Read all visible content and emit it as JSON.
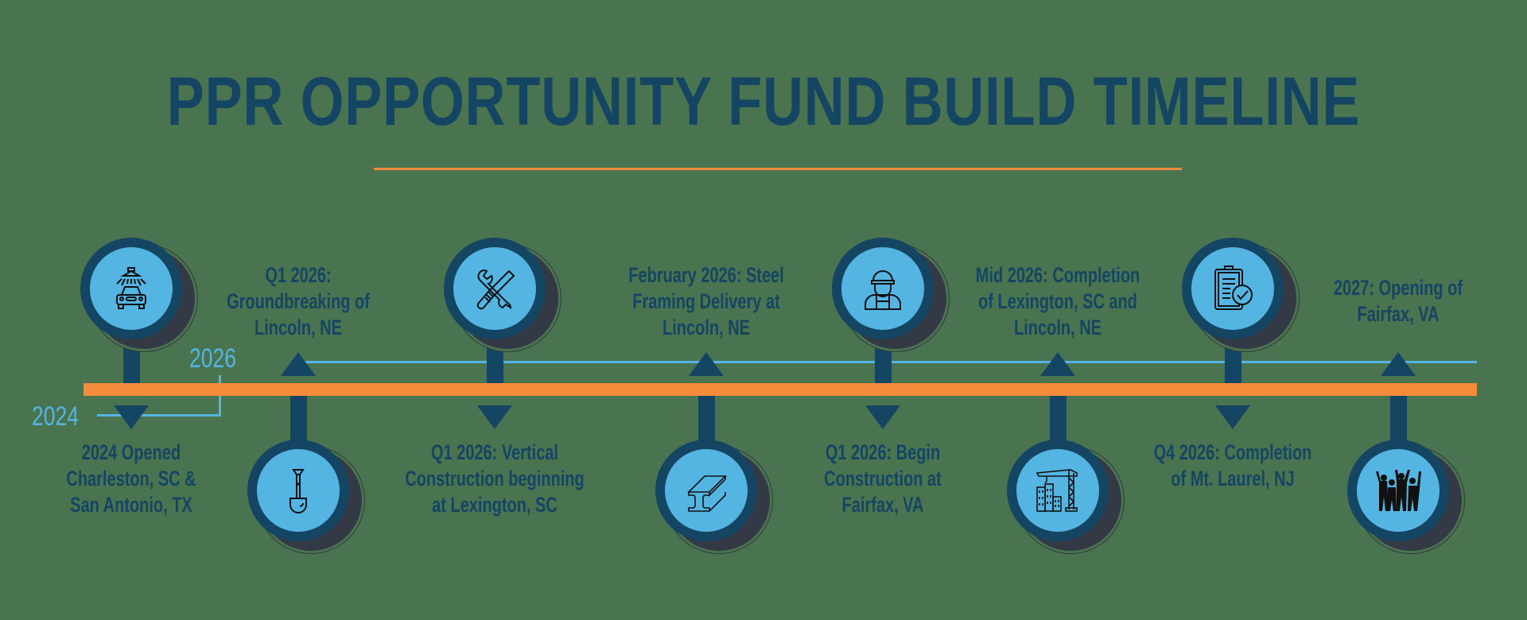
{
  "title": "PPR OPPORTUNITY FUND BUILD TIMELINE",
  "colors": {
    "background": "#4a7350",
    "navy": "#144664",
    "light_blue": "#54b5e2",
    "orange": "#f68b3c",
    "shadow": "#333a45"
  },
  "year_markers": {
    "start": "2024",
    "current": "2026"
  },
  "milestones": [
    {
      "position": "top-icon",
      "icon": "car-wash-icon",
      "label": "2024 Opened\nCharleston, SC &\nSan Antonio, TX",
      "label_side": "below"
    },
    {
      "position": "bottom-icon",
      "icon": "shovel-icon",
      "label": "Q1 2026:\nGroundbreaking of\nLincoln, NE",
      "label_side": "above"
    },
    {
      "position": "top-icon",
      "icon": "tools-icon",
      "label": "Q1 2026: Vertical\nConstruction beginning\nat Lexington, SC",
      "label_side": "below"
    },
    {
      "position": "bottom-icon",
      "icon": "steel-beam-icon",
      "label": "February 2026: Steel\nFraming Delivery at\nLincoln, NE",
      "label_side": "above"
    },
    {
      "position": "top-icon",
      "icon": "construction-worker-icon",
      "label": "Q1 2026: Begin\nConstruction at\nFairfax, VA",
      "label_side": "below"
    },
    {
      "position": "bottom-icon",
      "icon": "crane-building-icon",
      "label": "Mid 2026: Completion\nof Lexington, SC and\nLincoln, NE",
      "label_side": "above"
    },
    {
      "position": "top-icon",
      "icon": "clipboard-check-icon",
      "label": "Q4 2026: Completion\nof Mt. Laurel, NJ",
      "label_side": "below"
    },
    {
      "position": "bottom-icon",
      "icon": "celebrating-workers-icon",
      "label": "2027: Opening of\nFairfax, VA",
      "label_side": "above"
    }
  ]
}
